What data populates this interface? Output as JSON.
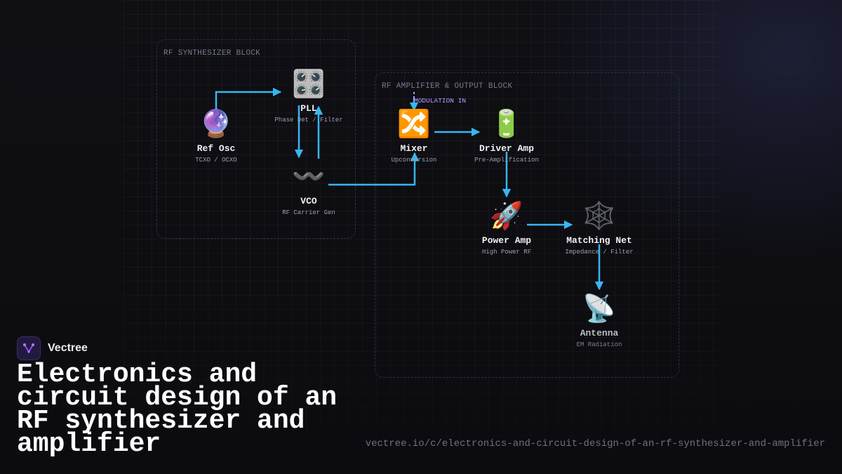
{
  "colors": {
    "wire": "#38b6f0",
    "modulation": "#b49bff",
    "brand": "#8a4dff"
  },
  "diagram": {
    "groups": {
      "synth": {
        "label": "RF SYNTHESIZER BLOCK"
      },
      "amp": {
        "label": "RF AMPLIFIER & OUTPUT BLOCK"
      }
    },
    "modulation_label": "MODULATION IN",
    "nodes": {
      "ref_osc": {
        "icon": "crystal-ball-icon",
        "emoji": "🔮",
        "title": "Ref Osc",
        "subtitle": "TCXO / OCXO"
      },
      "pll": {
        "icon": "control-knobs-icon",
        "emoji": "🎛️",
        "title": "PLL",
        "subtitle": "Phase Det / Filter"
      },
      "vco": {
        "icon": "wavy-dash-icon",
        "emoji": "〰️",
        "title": "VCO",
        "subtitle": "RF Carrier Gen"
      },
      "mixer": {
        "icon": "shuffle-icon",
        "emoji": "🔀",
        "title": "Mixer",
        "subtitle": "Upconversion"
      },
      "driver_amp": {
        "icon": "battery-icon",
        "emoji": "🔋",
        "title": "Driver Amp",
        "subtitle": "Pre-Amplification"
      },
      "power_amp": {
        "icon": "rocket-icon",
        "emoji": "🚀",
        "title": "Power Amp",
        "subtitle": "High Power RF"
      },
      "matching_net": {
        "icon": "spider-web-icon",
        "emoji": "🕸️",
        "title": "Matching Net",
        "subtitle": "Impedance / Filter"
      },
      "antenna": {
        "icon": "satellite-antenna-icon",
        "emoji": "📡",
        "title": "Antenna",
        "subtitle": "EM Radiation"
      }
    }
  },
  "brand": {
    "name": "Vectree",
    "icon": "vectree-logo-icon"
  },
  "headline": "Electronics and circuit design of an RF synthesizer and amplifier",
  "url": "vectree.io/c/electronics-and-circuit-design-of-an-rf-synthesizer-and-amplifier"
}
